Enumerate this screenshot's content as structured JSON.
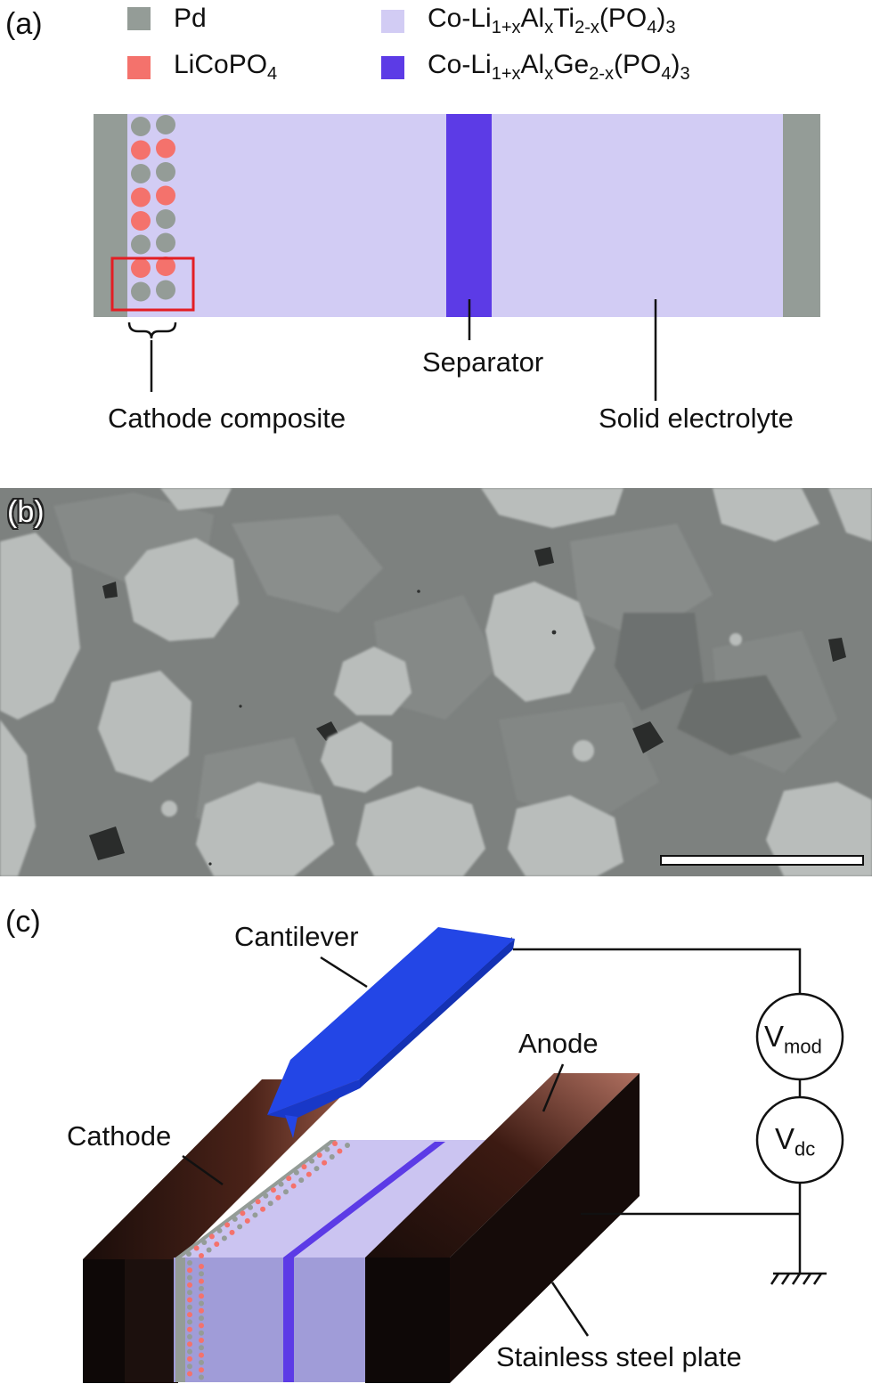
{
  "panels": {
    "a": "(a)",
    "b": "(b)",
    "c": "(c)"
  },
  "legend": [
    {
      "label": "Pd",
      "color": "#949c97"
    },
    {
      "label": "LiCoPO",
      "sub": "4",
      "color": "#f4726c"
    },
    {
      "label": "Co-Li",
      "sub1": "1+x",
      "mid1": "Al",
      "sub2": "x",
      "mid2": "Ti",
      "sub3": "2-x",
      "mid3": "(PO",
      "sub4": "4",
      "mid4": ")",
      "sub5": "3",
      "color": "#d2ccf4"
    },
    {
      "label": "Co-Li",
      "sub1": "1+x",
      "mid1": "Al",
      "sub2": "x",
      "mid2": "Ge",
      "sub3": "2-x",
      "mid3": "(PO",
      "sub4": "4",
      "mid4": ")",
      "sub5": "3",
      "color": "#5c3be6"
    }
  ],
  "diagram_a": {
    "separator_label": "Separator",
    "cathode_label": "Cathode composite",
    "electrolyte_label": "Solid electrolyte"
  },
  "diagram_c": {
    "cantilever_label": "Cantilever",
    "anode_label": "Anode",
    "cathode_label": "Cathode",
    "plate_label": "Stainless steel plate",
    "vmod_main": "V",
    "vmod_sub": "mod",
    "vdc_main": "V",
    "vdc_sub": "dc"
  },
  "colors": {
    "pd": "#949c97",
    "licopo4": "#f4726c",
    "electrolyte": "#d2ccf4",
    "separator": "#5c3be6",
    "cantilever": "#2346e6",
    "highlight": "#e31e24",
    "sem_bg": "#7c807e",
    "sem_grain": "#b4b8b6"
  }
}
